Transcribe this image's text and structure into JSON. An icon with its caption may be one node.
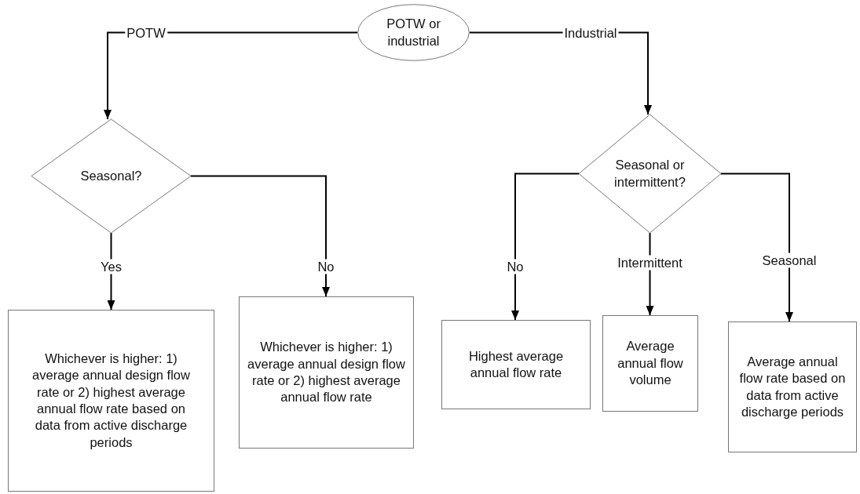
{
  "diagram": {
    "nodes": [
      {
        "text": [
          "POTW or industrial"
        ]
      },
      {
        "text": [
          "Seasonal?"
        ]
      },
      {
        "text": [
          "Seasonal or intermittent?"
        ]
      },
      {
        "text": [
          "Whichever is higher: 1) average annual design flow rate or 2) highest average annual flow rate based on data from active discharge periods"
        ]
      },
      {
        "text": [
          "Whichever is higher: 1) average annual design flow rate or 2) highest average annual flow rate"
        ]
      },
      {
        "text": [
          "Highest average annual flow rate"
        ]
      },
      {
        "text": [
          "Average annual flow volume"
        ]
      },
      {
        "text": [
          "Average annual flow rate based on data from active discharge periods"
        ]
      }
    ],
    "edges": [
      {
        "from": 0,
        "to": 1,
        "arrow": "to",
        "label": "POTW"
      },
      {
        "from": 0,
        "to": 2,
        "arrow": "to",
        "label": "Industrial"
      },
      {
        "from": 1,
        "to": 3,
        "arrow": "to",
        "label": "Yes"
      },
      {
        "from": 1,
        "to": 4,
        "arrow": "to",
        "label": "No"
      },
      {
        "from": 2,
        "to": 5,
        "arrow": "to",
        "label": "No"
      },
      {
        "from": 2,
        "to": 6,
        "arrow": "to",
        "label": "Intermittent"
      },
      {
        "from": 2,
        "to": 7,
        "arrow": "to",
        "label": "Seasonal"
      }
    ]
  }
}
